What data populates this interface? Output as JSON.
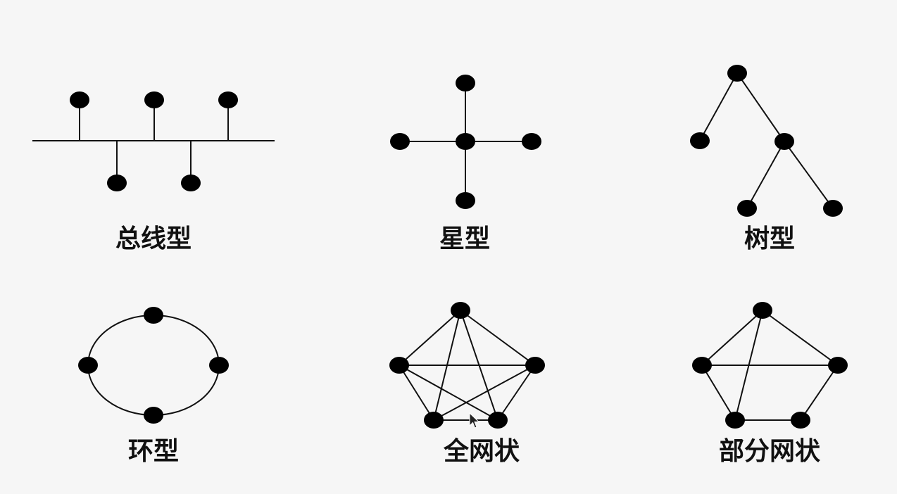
{
  "colors": {
    "background": "#f6f6f6",
    "line": "#111111",
    "node": "#000000",
    "text": "#111111"
  },
  "topologies": {
    "bus": {
      "label": "总线型"
    },
    "star": {
      "label": "星型"
    },
    "tree": {
      "label": "树型"
    },
    "ring": {
      "label": "环型"
    },
    "full_mesh": {
      "label": "全网状"
    },
    "partial_mesh": {
      "label": "部分网状"
    }
  },
  "cursor": {
    "icon": "mouse-pointer-icon"
  }
}
